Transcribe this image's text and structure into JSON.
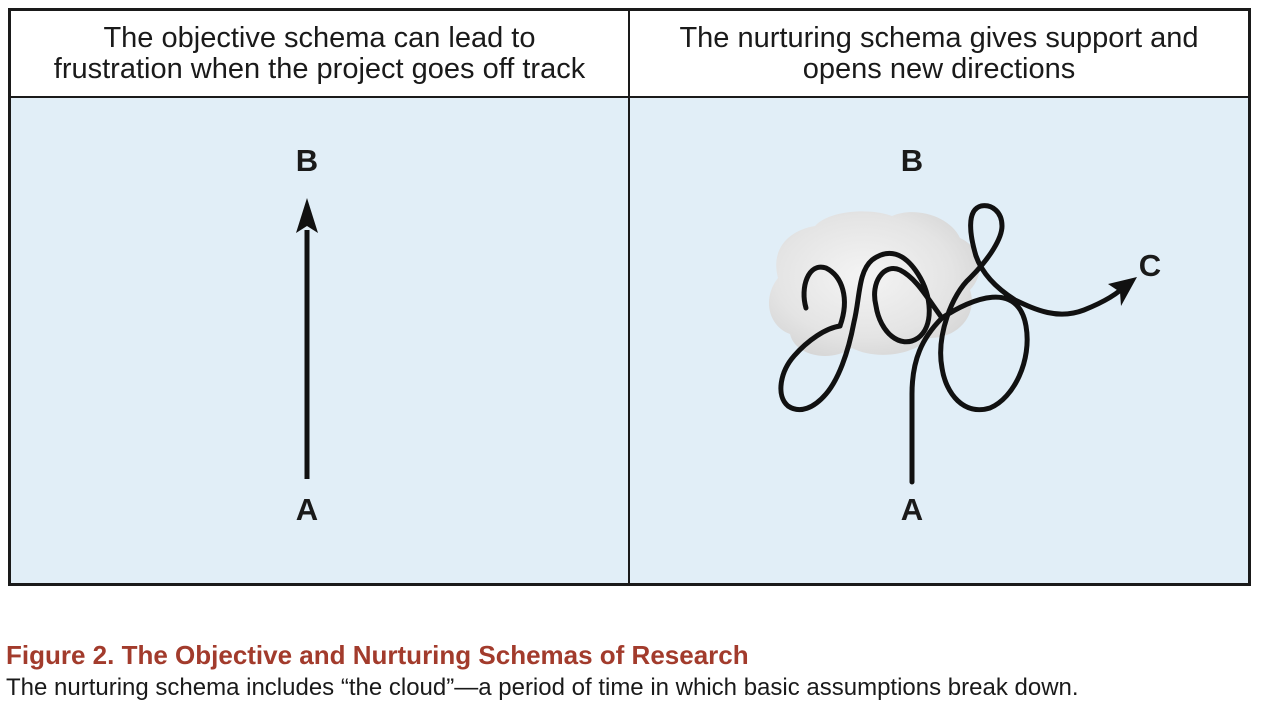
{
  "panels": {
    "left": {
      "heading_line1": "The objective schema can lead to",
      "heading_line2": "frustration when the project goes off track",
      "point_start": "A",
      "point_end": "B"
    },
    "right": {
      "heading_line1": "The nurturing schema gives support and",
      "heading_line2": "opens new directions",
      "point_start": "A",
      "point_top": "B",
      "point_end": "C"
    }
  },
  "caption": {
    "title": "Figure 2.  The Objective and Nurturing Schemas of Research",
    "text": "The nurturing schema includes “the cloud”—a period of time in which basic assumptions break down."
  },
  "colors": {
    "panel_background": "#e1eef7",
    "caption_title": "#a23b2c",
    "line": "#111111",
    "cloud": "#e6e6e6"
  }
}
